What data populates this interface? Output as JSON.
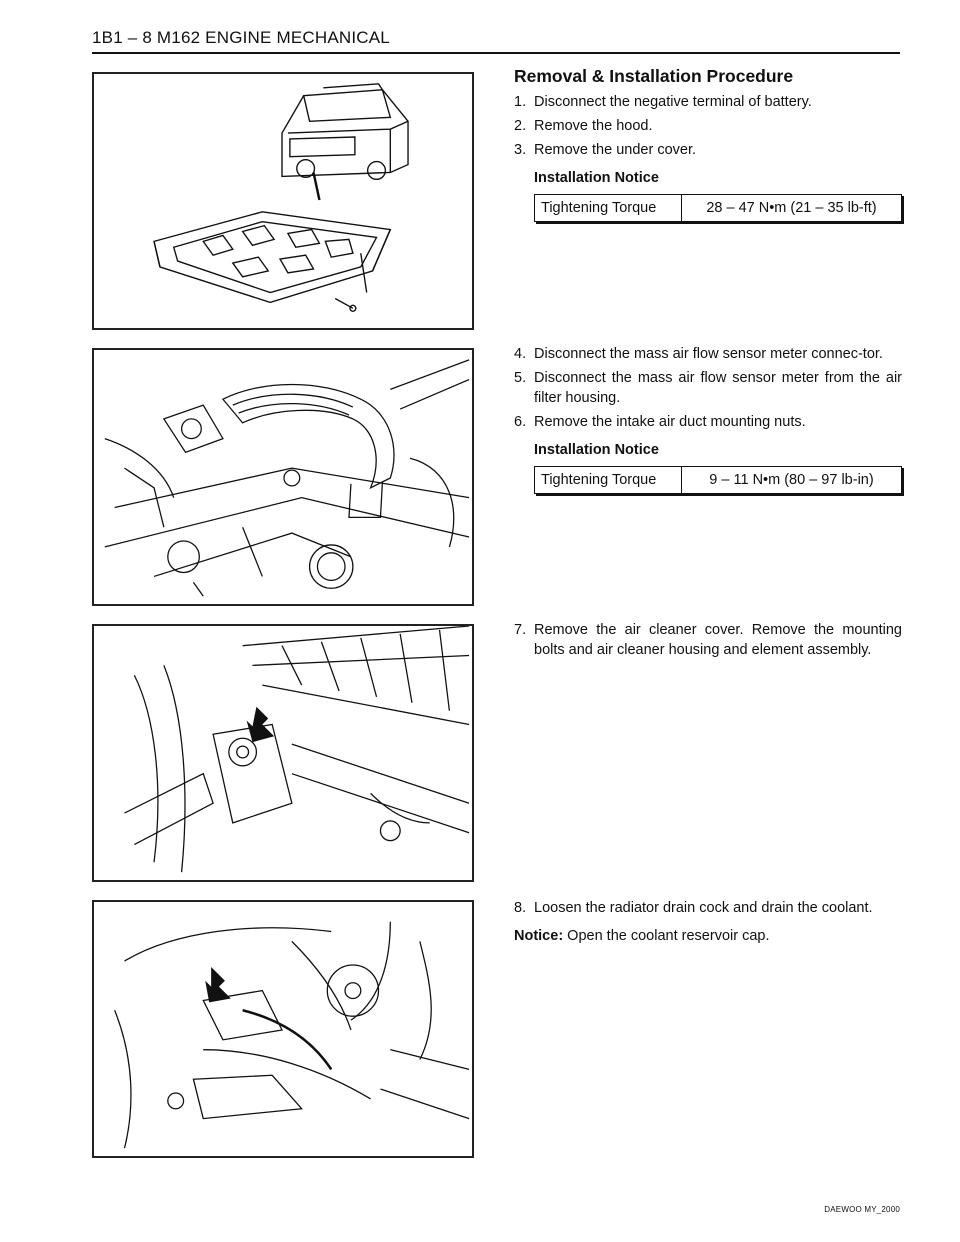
{
  "header": {
    "title": "1B1 – 8  M162 ENGINE MECHANICAL"
  },
  "section": {
    "title": "Removal & Installation Procedure"
  },
  "block1": {
    "steps": [
      {
        "num": "1.",
        "text": "Disconnect the negative terminal of battery."
      },
      {
        "num": "2.",
        "text": "Remove the hood."
      },
      {
        "num": "3.",
        "text": "Remove the under cover."
      }
    ],
    "notice_heading": "Installation Notice",
    "torque": {
      "label": "Tightening Torque",
      "value": "28 – 47 N•m (21 – 35 lb-ft)"
    }
  },
  "block2": {
    "steps": [
      {
        "num": "4.",
        "text": "Disconnect the mass air flow sensor meter connec-tor."
      },
      {
        "num": "5.",
        "text": "Disconnect the mass air flow sensor meter from the air filter housing."
      },
      {
        "num": "6.",
        "text": "Remove the intake air duct mounting nuts."
      }
    ],
    "notice_heading": "Installation Notice",
    "torque": {
      "label": "Tightening Torque",
      "value": "9 – 11 N•m (80 – 97 lb-in)"
    }
  },
  "block3": {
    "steps": [
      {
        "num": "7.",
        "text": "Remove the air cleaner cover. Remove the mounting bolts and air cleaner housing and element assembly."
      }
    ]
  },
  "block4": {
    "steps": [
      {
        "num": "8.",
        "text": "Loosen the radiator drain cock and drain the coolant."
      }
    ],
    "notice_label": "Notice:",
    "notice_text": " Open the coolant reservoir cap."
  },
  "footer": {
    "code": "DAEWOO MY_2000"
  }
}
